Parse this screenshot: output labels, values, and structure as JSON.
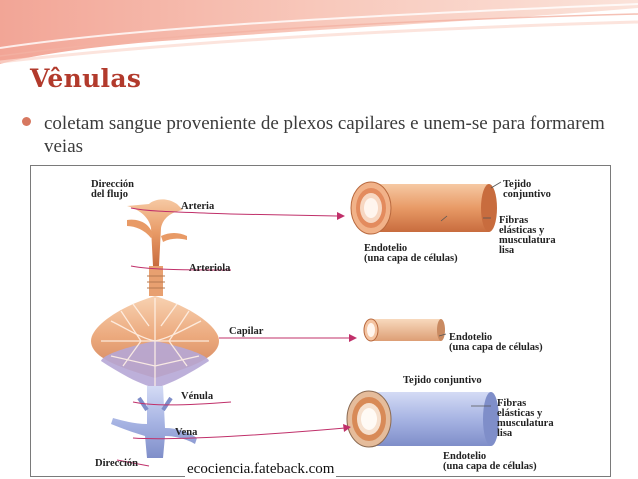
{
  "slide": {
    "title": "Vênulas",
    "bullet": "coletam sangue proveniente de plexos capilares e unem-se para formarem veias"
  },
  "figure": {
    "labels": {
      "direction_top": "Dirección\ndel flujo",
      "arteria": "Arteria",
      "arteriola": "Arteriola",
      "capilar": "Capilar",
      "venula": "Vénula",
      "vena": "Vena",
      "direction_bottom": "Dirección",
      "tejido_conjuntivo_artery": "Tejido\nconjuntivo",
      "fibras_artery": "Fibras\nelásticas y\nmusculatura\nlisa",
      "endotelio_artery": "Endotelio\n(una capa de células)",
      "endotelio_capillary": "Endotelio\n(una capa de células)",
      "tejido_conjuntivo_vein": "Tejido conjuntivo",
      "fibras_vein": "Fibras\nelásticas y\nmusculatura\nlisa",
      "endotelio_vein": "Endotelio\n(una capa de células)"
    },
    "watermark": "ecociencia.fateback.com"
  },
  "colors": {
    "title": "#b23a2c",
    "bullet": "#d77860",
    "artery": "#e8a070",
    "vein": "#a7b4e3",
    "pointer": "#c0306a"
  }
}
